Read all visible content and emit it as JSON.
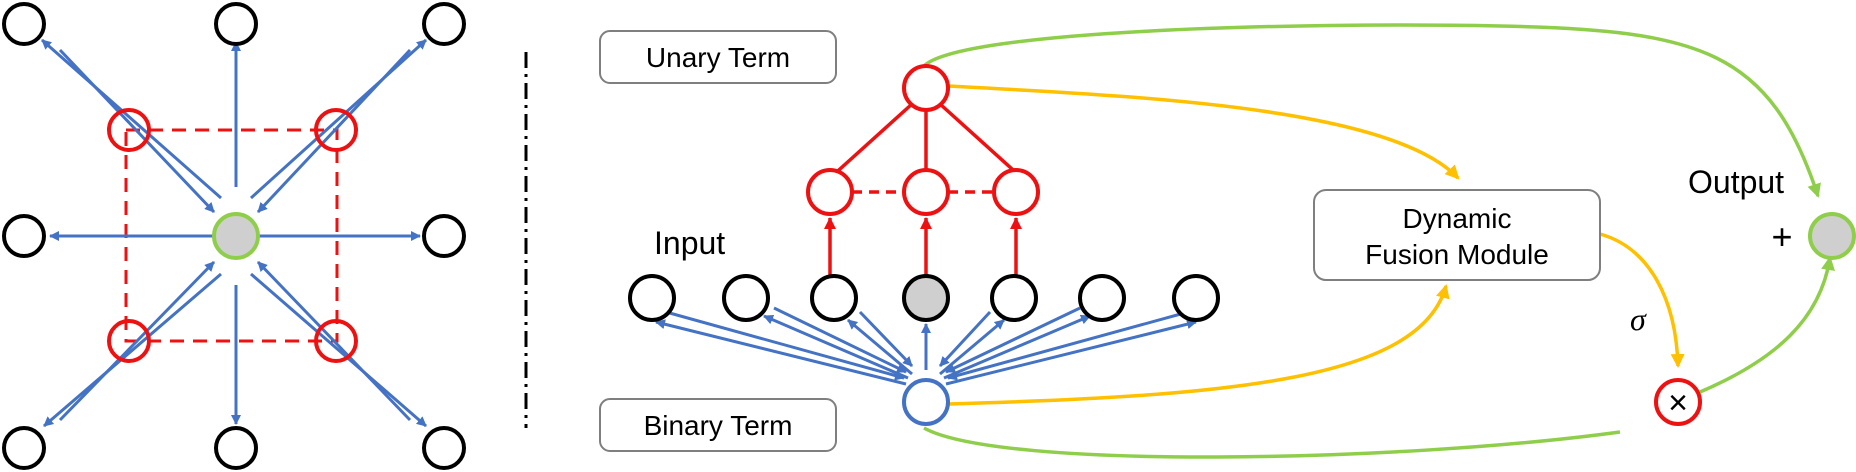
{
  "labels": {
    "unary_term": "Unary Term",
    "binary_term": "Binary Term",
    "input": "Input",
    "output": "Output",
    "fusion_line1": "Dynamic",
    "fusion_line2": "Fusion Module",
    "sigma": "σ",
    "plus": "+",
    "times": "×"
  },
  "colors": {
    "node_stroke": "#000000",
    "center_fill": "#cfcfcf",
    "center_stroke": "#8fce4a",
    "blue": "#4472c4",
    "red": "#ee1111",
    "orange": "#ffc000",
    "green": "#8fce4a",
    "box_stroke": "#7f7f7f"
  }
}
